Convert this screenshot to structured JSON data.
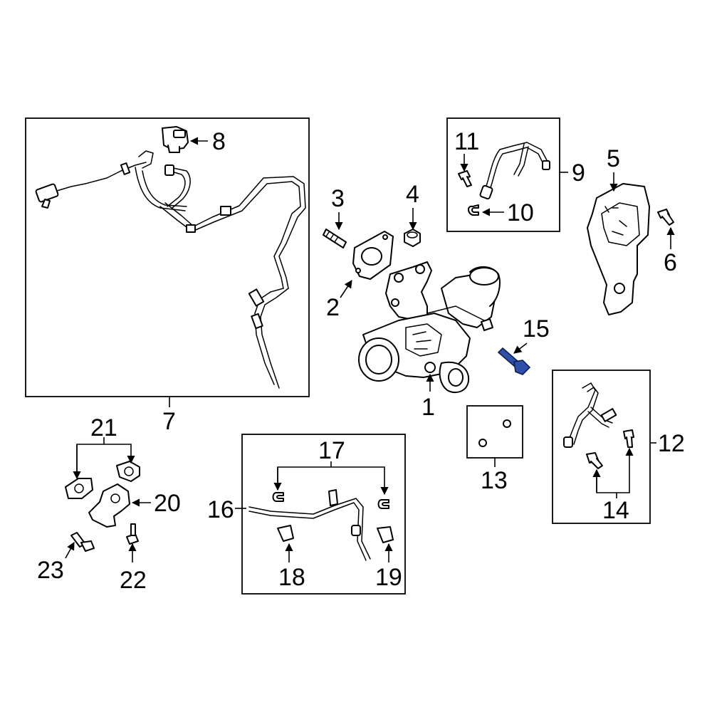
{
  "diagram": {
    "callouts": [
      "1",
      "2",
      "3",
      "4",
      "5",
      "6",
      "7",
      "8",
      "9",
      "10",
      "11",
      "12",
      "13",
      "14",
      "15",
      "16",
      "17",
      "18",
      "19",
      "20",
      "21",
      "22",
      "23"
    ]
  },
  "colors": {
    "highlight": "#2f4fa8",
    "line": "#000000",
    "background": "#ffffff"
  },
  "icons": [
    "arrow-head-icon"
  ]
}
